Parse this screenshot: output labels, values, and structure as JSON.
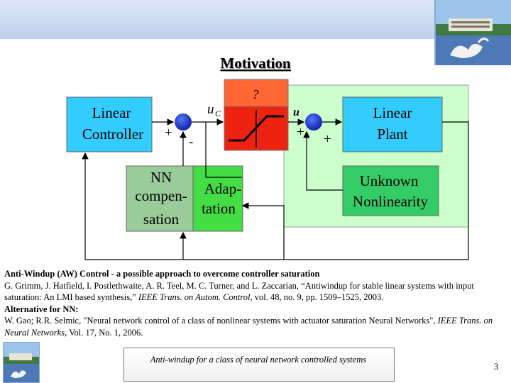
{
  "slide": {
    "title": "Motivation",
    "page_number": "3",
    "footer": "Anti-windup for a class of neural network controlled systems"
  },
  "diagram": {
    "linear_controller": [
      "Linear",
      "Controller"
    ],
    "unknown_block": "?",
    "control_signal": "u",
    "control_signal_sub": "C",
    "saturated_signal": "u",
    "linear_plant": [
      "Linear",
      "Plant"
    ],
    "nn_compensation": [
      "NN",
      "compen-",
      "sation"
    ],
    "adaptation": [
      "Adap-",
      "tation"
    ],
    "unknown_nonlinearity": [
      "Unknown",
      "Nonlinearity"
    ],
    "sum1_plus": "+",
    "sum1_minus": "-",
    "sum2_plus_left": "+",
    "sum2_plus_bottom": "+"
  },
  "references": {
    "line1_bold": "Anti-Windup (AW) Control",
    "line1_rest": " - a possible approach to overcome controller saturation",
    "ref1_authors": "G. Grimm, J. Hatfield, I. Postlethwaite, A. R. Teel, M. C. Turner, and L. Zaccarian, “Antiwindup for stable linear systems with input saturation: An LMI based synthesis,”",
    "ref1_journal": " IEEE Trans. on Autom. Control",
    "ref1_details": ", vol. 48, no. 9, pp. 1509–1525, 2003.",
    "alt_heading": "Alternative for NN:",
    "ref2_text": "W. Gao; R.R. Selmic, \"Neural network control of a class of nonlinear systems with actuator saturation Neural Networks\",",
    "ref2_journal": " IEEE Trans. on Neural Networks",
    "ref2_details": ", Vol. 17, No. 1,  2006."
  },
  "colors": {
    "controller_fill": "#33ccff",
    "red_region": "#ff6633",
    "saturation_block": "#ee2211",
    "plant_region": "#ccffcc",
    "plant_fill": "#33ccff",
    "nn_fill": "#99cc99",
    "adapt_fill": "#44dd44",
    "nonlinearity_fill": "#33cc66",
    "summing_junction": "#2233cc"
  }
}
